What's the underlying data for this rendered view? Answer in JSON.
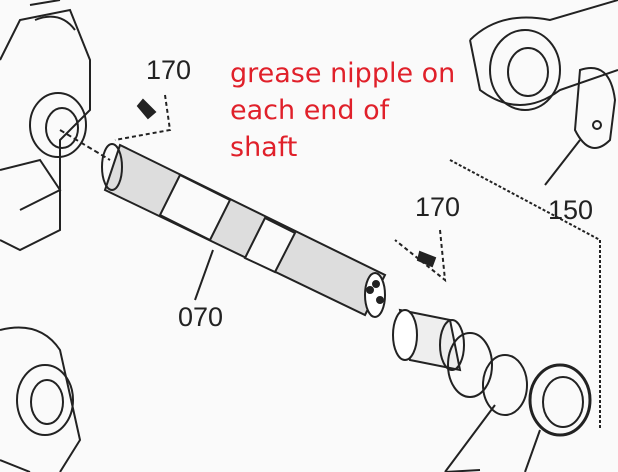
{
  "labels": {
    "nipple_left": "170",
    "nipple_right": "170",
    "arm": "150",
    "shaft": "070"
  },
  "annotation": {
    "line1": "grease nipple on",
    "line2": "each end of",
    "line3": "shaft",
    "color": "#e0202a"
  }
}
